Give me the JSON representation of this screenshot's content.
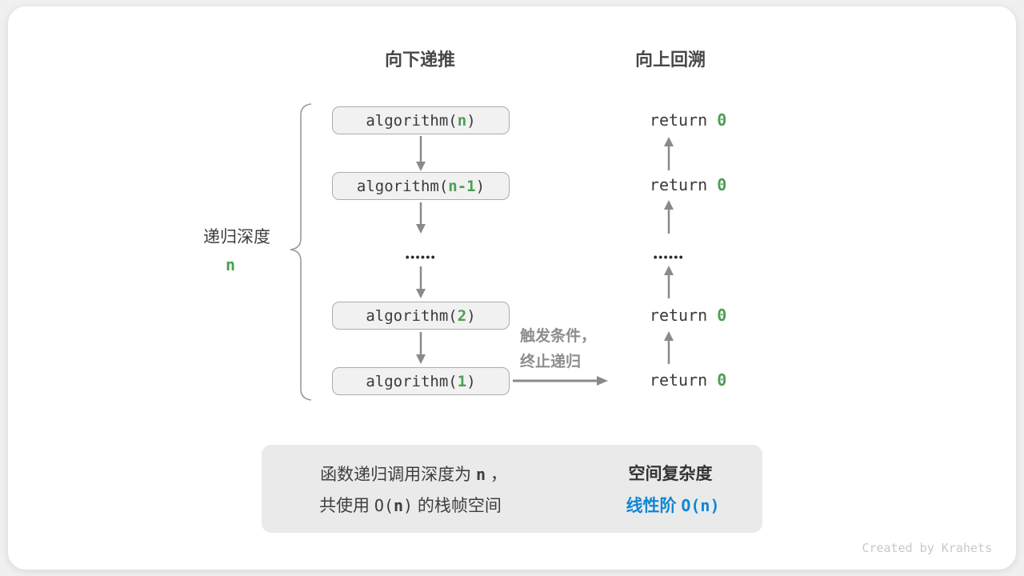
{
  "headers": {
    "down": "向下递推",
    "up": "向上回溯"
  },
  "depth_label": {
    "text": "递归深度",
    "value": "n"
  },
  "call_stack": {
    "boxes": [
      {
        "prefix": "algorithm(",
        "param": "n",
        "suffix": ")"
      },
      {
        "prefix": "algorithm(",
        "param": "n-1",
        "suffix": ")"
      },
      {
        "prefix": "algorithm(",
        "param": "2",
        "suffix": ")"
      },
      {
        "prefix": "algorithm(",
        "param": "1",
        "suffix": ")"
      }
    ],
    "ellipsis": "••••••"
  },
  "returns": {
    "items": [
      {
        "prefix": "return ",
        "value": "0"
      },
      {
        "prefix": "return ",
        "value": "0"
      },
      {
        "prefix": "return ",
        "value": "0"
      },
      {
        "prefix": "return ",
        "value": "0"
      }
    ],
    "ellipsis": "••••••"
  },
  "base_case_note": {
    "line1": "触发条件，",
    "line2": "终止递归"
  },
  "summary": {
    "left_line1": {
      "prefix": "函数递归调用深度为 ",
      "param": "n",
      "suffix": " ，"
    },
    "left_line2": {
      "t1": "共使用 ",
      "o": "O(",
      "param": "n",
      "c": ")",
      "t2": " 的栈帧空间"
    },
    "right_title": "空间复杂度",
    "right_value_prefix": "线性阶 ",
    "right_value_code": "O(n)"
  },
  "footer": {
    "credit": "Created by Krahets"
  },
  "colors": {
    "accent_green": "#4c9e53",
    "accent_blue": "#0e87d5",
    "arrow_gray": "#8a8a8a",
    "box_fill": "#f1f1f1",
    "box_border": "#acacac",
    "summary_fill": "#eaeaea"
  }
}
